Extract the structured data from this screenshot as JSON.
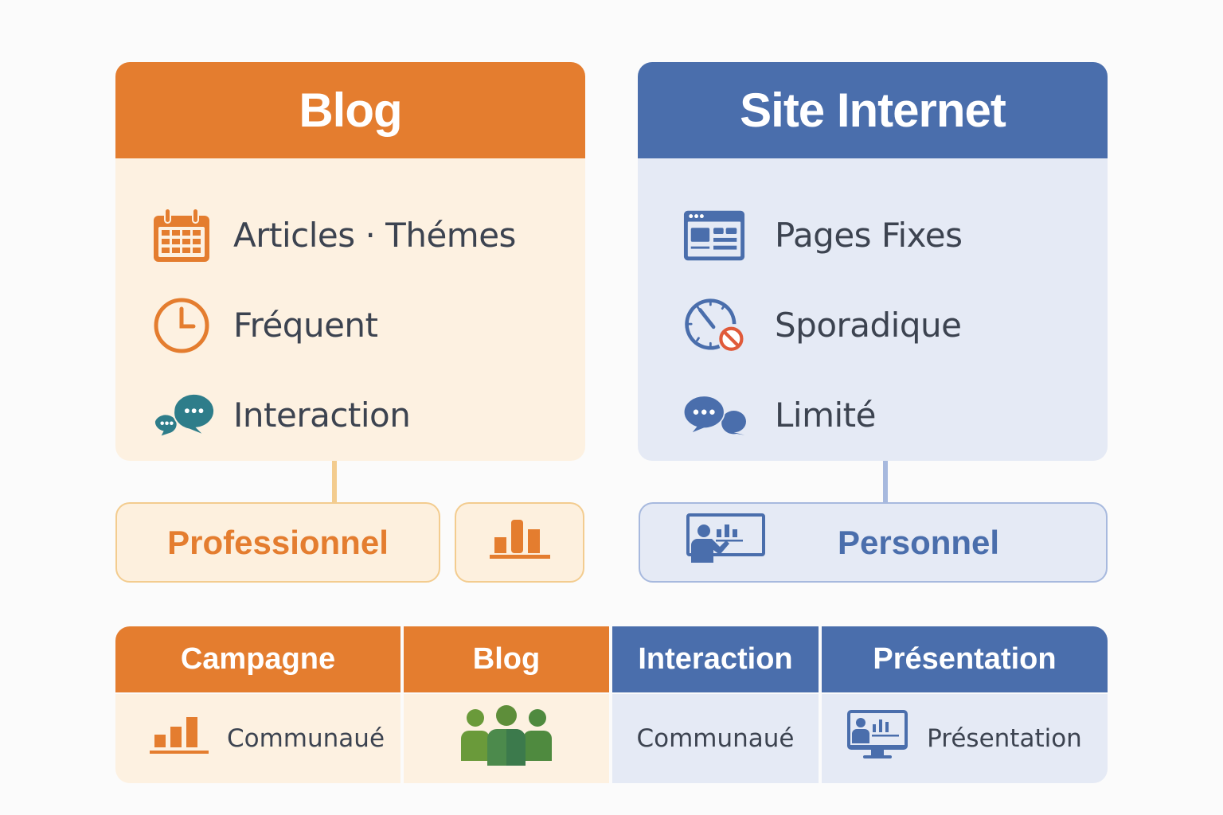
{
  "colors": {
    "orange": "#e47d2f",
    "orange_light": "#fdf1e1",
    "orange_border": "#f3cc8f",
    "blue": "#4a6eac",
    "blue_light": "#e5eaf5",
    "blue_border": "#a7b9de",
    "teal": "#2e7d8a",
    "green": "#5e9a3a",
    "red": "#e05a3a"
  },
  "blog_card": {
    "title": "Blog",
    "items": [
      {
        "icon": "calendar-icon",
        "label": "Articles · Thémes"
      },
      {
        "icon": "clock-icon",
        "label": "Fréquent"
      },
      {
        "icon": "chat-bubbles-icon",
        "label": "Interaction"
      }
    ]
  },
  "site_card": {
    "title": "Site Internet",
    "items": [
      {
        "icon": "web-page-icon",
        "label": "Pages Fixes"
      },
      {
        "icon": "clock-blocked-icon",
        "label": "Sporadique"
      },
      {
        "icon": "chat-bubbles-icon",
        "label": "Limité"
      }
    ]
  },
  "sub_boxes": {
    "professional": {
      "label": "Professionnel"
    },
    "chart_box": {
      "icon": "bar-chart-icon"
    },
    "personal": {
      "icon": "presenter-icon",
      "label": "Personnel"
    }
  },
  "comparison_table": {
    "columns": [
      {
        "header": "Campagne",
        "cell_icon": "bar-chart-icon",
        "cell_text": "Communaué"
      },
      {
        "header": "Blog",
        "cell_icon": "group-icon",
        "cell_text": ""
      },
      {
        "header": "Interaction",
        "cell_icon": "",
        "cell_text": "Communaué"
      },
      {
        "header": "Présentation",
        "cell_icon": "monitor-presentation-icon",
        "cell_text": "Présentation"
      }
    ]
  }
}
